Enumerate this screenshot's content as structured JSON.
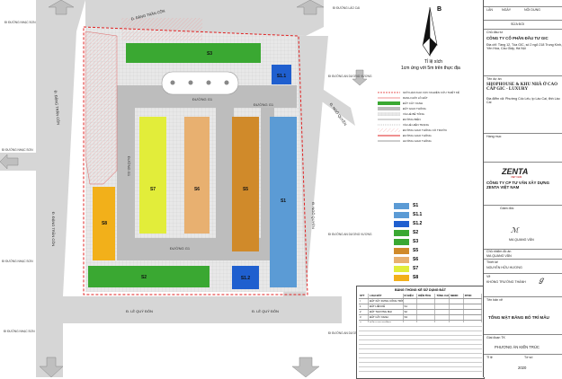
{
  "map": {
    "north_label": "B",
    "scale_caption_1": "Tỉ lệ xích",
    "scale_caption_2": "1cm ứng với 5m trên thực địa",
    "streets": {
      "top": "Đ. ĐẶNG TRẦN CÔN",
      "left_vertical_1": "Đ. ĐẶNG TRẦN CÔN",
      "left_vertical_2": "Đ. ĐẶNG TRẦN CÔN",
      "right_diag": "Đ. NGÔ QUYỀN",
      "right_vertical": "Đ. NGÔ QUYỀN",
      "bottom_1": "Đ. LÊ QUÝ ĐÔN",
      "bottom_2": "Đ. LÊ QUÝ ĐÔN"
    },
    "internal_roads": {
      "g1_top": "ĐƯỜNG G1",
      "g1_right": "ĐƯỜNG G1",
      "g1_bottom": "ĐƯỜNG G1",
      "g1_left": "ĐƯỜNG G1"
    },
    "directions": {
      "top_left": "ĐI ĐƯỜNG NHẠC SƠN",
      "top_right": "ĐI ĐƯỜNG LÀO CAI",
      "left_1": "ĐI ĐƯỜNG NHẠC SƠN",
      "left_2": "ĐI ĐƯỜNG NHẠC SƠN",
      "right_1": "ĐI ĐƯỜNG AN DƯƠNG VƯƠNG",
      "right_2": "ĐI ĐƯỜNG AN DƯƠNG VƯƠNG",
      "bottom_left": "ĐI ĐƯỜNG NHẠC SƠN",
      "bottom_right": "ĐI ĐƯỜNG AN DƯƠNG VƯƠNG"
    },
    "lots": [
      {
        "code": "S1",
        "color": "#5b9bd5"
      },
      {
        "code": "S1.1",
        "color": "#1f5fcf"
      },
      {
        "code": "S1.2",
        "color": "#1f5fcf"
      },
      {
        "code": "S2",
        "color": "#3aa832"
      },
      {
        "code": "S3",
        "color": "#3aa832"
      },
      {
        "code": "S5",
        "color": "#d08a2a"
      },
      {
        "code": "S6",
        "color": "#e8b070"
      },
      {
        "code": "S7",
        "color": "#e2ed3a"
      },
      {
        "code": "S8",
        "color": "#f2b01a"
      }
    ]
  },
  "legend_lines": [
    "GIỚI HẠN KHU VỰC NGHIÊN CỨU THIẾT KẾ",
    "RANH GIỚI LÔ ĐẤT",
    "ĐẤT CÂY XANH",
    "ĐẤT GIAO THÔNG",
    "VỈA HÈ BÊ TÔNG",
    "ĐƯỜNG BIÊN",
    "VỈA HÈ HIỆN TRẠNG",
    "ĐƯỜNG GIAO THÔNG CÓ TRƯỚC",
    "ĐƯỜNG GIAO THÔNG",
    "HƯỚNG GIAO THÔNG"
  ],
  "color_legend": [
    {
      "code": "S1",
      "color": "#5b9bd5"
    },
    {
      "code": "S1.1",
      "color": "#5b9bd5"
    },
    {
      "code": "S1.2",
      "color": "#1f5fcf"
    },
    {
      "code": "S2",
      "color": "#3aa832"
    },
    {
      "code": "S3",
      "color": "#3aa832"
    },
    {
      "code": "S5",
      "color": "#d08a2a"
    },
    {
      "code": "S6",
      "color": "#e8b070"
    },
    {
      "code": "S7",
      "color": "#e2ed3a"
    },
    {
      "code": "S8",
      "color": "#f2b01a"
    }
  ],
  "title_block": {
    "col_lan": "LẦN",
    "col_ngay": "NGÀY",
    "col_noidung": "NỘI DUNG",
    "sua_doi": "SỬA ĐỔI",
    "chu_dau_tu_label": "Chủ đầu tư",
    "chu_dau_tu": "CÔNG TY CỔ PHẦN ĐẦU TƯ GIC",
    "dia_chi": "Địa chỉ: Tầng 12, Tòa GIC, số 2 ngõ 218 Trung Kính, Yên Hòa, Cầu Giấy, Hà Nội",
    "du_an_label": "Tên dự án",
    "du_an": "SHOPHOUSE & KHU NHÀ Ở CAO CẤP GIC - LUXURY",
    "dia_diem": "Địa điểm xã: Phường Cốc Lếu, tp Lào Cai, tỉnh Lào Cai",
    "hang_muc": "Hạng mục",
    "logo": "ZENTA",
    "logo_sub": "VIET NAM",
    "tu_van": "CÔNG TY CP TƯ VẤN XÂY DỰNG ZENTA VIỆT NAM",
    "giam_doc": "Giám đốc",
    "giam_doc_name": "MA QUANG VĂN",
    "chu_tri": "Chủ nhiệm đồ án",
    "chu_tri_name": "MA QUANG VĂN",
    "thiet_ke": "Thiết kế",
    "thiet_ke_name": "NGUYỄN HỮU HƯƠNG",
    "ve": "Vẽ",
    "ve_name": "KHỔNG TRƯỜNG THÀNH",
    "ten_ban_ve": "TỔNG MẶT BẰNG BỐ TRÍ MẪU",
    "giai_doan_label": "Giai đoạn TK",
    "giai_doan": "PHƯƠNG ÁN KIẾN TRÚC",
    "ty_le_label": "Tỉ lệ",
    "ty_le": "Tờ số",
    "nam": "2020"
  },
  "area_table": {
    "title": "BẢNG THỐNG KÊ SỬ DỤNG ĐẤT",
    "headers": [
      "STT",
      "LOẠI ĐẤT",
      "KÍ HIỆU",
      "DIỆN TÍCH",
      "TẦNG CAO",
      "MĐXD",
      "DTXD"
    ],
    "rows": [
      [
        "I",
        "ĐẤT XÂY DỰNG CÔNG TRÌNH",
        "",
        "",
        "",
        "",
        ""
      ],
      [
        "1",
        "ĐẤT LIỀN KỀ",
        "S1",
        "",
        "",
        "",
        ""
      ],
      [
        "2",
        "ĐẤT THƯƠNG MẠI",
        "S2",
        "",
        "",
        "",
        ""
      ],
      [
        "3",
        "ĐẤT CÂY XANH",
        "S3",
        "",
        "",
        "",
        ""
      ],
      [
        "II",
        "ĐẤT GIAO THÔNG",
        "",
        "",
        "",
        "",
        ""
      ]
    ]
  }
}
